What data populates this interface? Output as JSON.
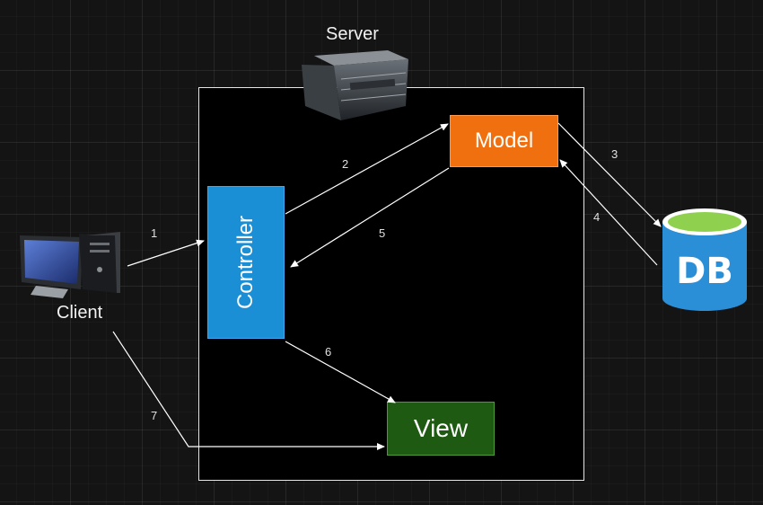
{
  "diagram": {
    "server_label": "Server",
    "client_label": "Client",
    "controller_label": "Controller",
    "model_label": "Model",
    "view_label": "View",
    "db_label": "DB",
    "steps": [
      "1",
      "2",
      "3",
      "4",
      "5",
      "6",
      "7"
    ]
  },
  "colors": {
    "controller": "#1a8fd6",
    "model": "#f0700f",
    "view": "#1f5a12",
    "db": "#2b8fd8",
    "db_top": "#8fd14f"
  }
}
